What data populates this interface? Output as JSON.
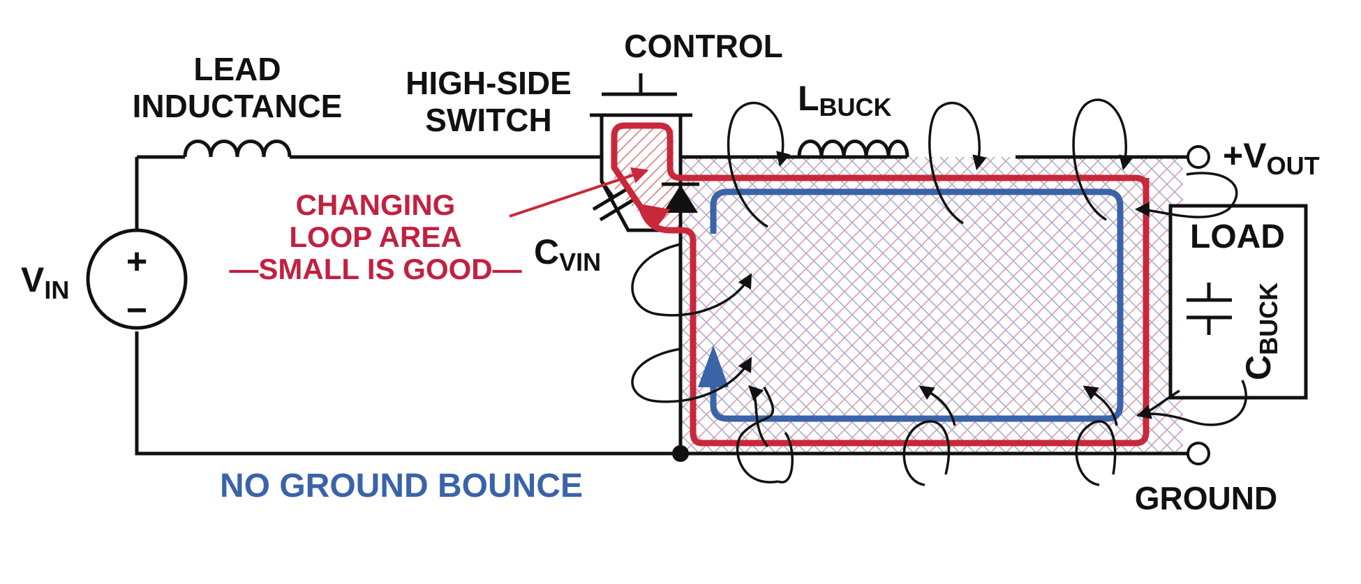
{
  "labels": {
    "lead_inductance_line1": "LEAD",
    "lead_inductance_line2": "INDUCTANCE",
    "high_side_line1": "HIGH-SIDE",
    "high_side_line2": "SWITCH",
    "control": "CONTROL",
    "l_buck_main": "L",
    "l_buck_sub": "BUCK",
    "vout_main": "+V",
    "vout_sub": "OUT",
    "vin_main": "V",
    "vin_sub": "IN",
    "cvin_main": "C",
    "cvin_sub": "VIN",
    "load": "LOAD",
    "cbuck_main": "C",
    "cbuck_sub": "BUCK",
    "ground": "GROUND",
    "changing_line1": "CHANGING",
    "changing_line2": "LOOP AREA",
    "changing_line3": "—SMALL IS GOOD—",
    "no_ground_bounce": "NO GROUND BOUNCE",
    "plus_sign": "+",
    "minus_sign": "−"
  },
  "colors": {
    "red_loop": "#c8283a",
    "blue_loop": "#3a63a8",
    "label_red": "#c2203f",
    "label_blue": "#3a63a8",
    "wire": "#111111"
  }
}
